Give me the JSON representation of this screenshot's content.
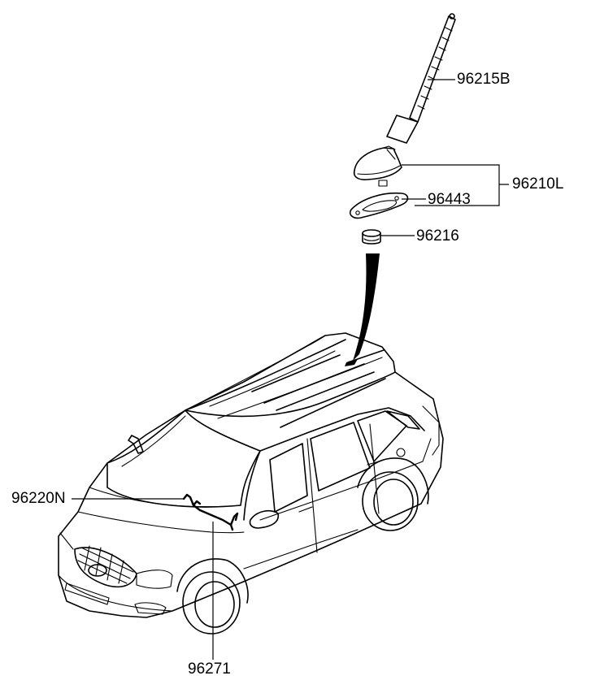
{
  "diagram": {
    "callouts": [
      {
        "id": "antenna-mast",
        "part_no": "96215B"
      },
      {
        "id": "antenna-assembly",
        "part_no": "96210L"
      },
      {
        "id": "gasket",
        "part_no": "96443"
      },
      {
        "id": "grommet",
        "part_no": "96216"
      },
      {
        "id": "feeder-cable",
        "part_no": "96220N"
      },
      {
        "id": "extension-cable",
        "part_no": "96271"
      }
    ]
  }
}
